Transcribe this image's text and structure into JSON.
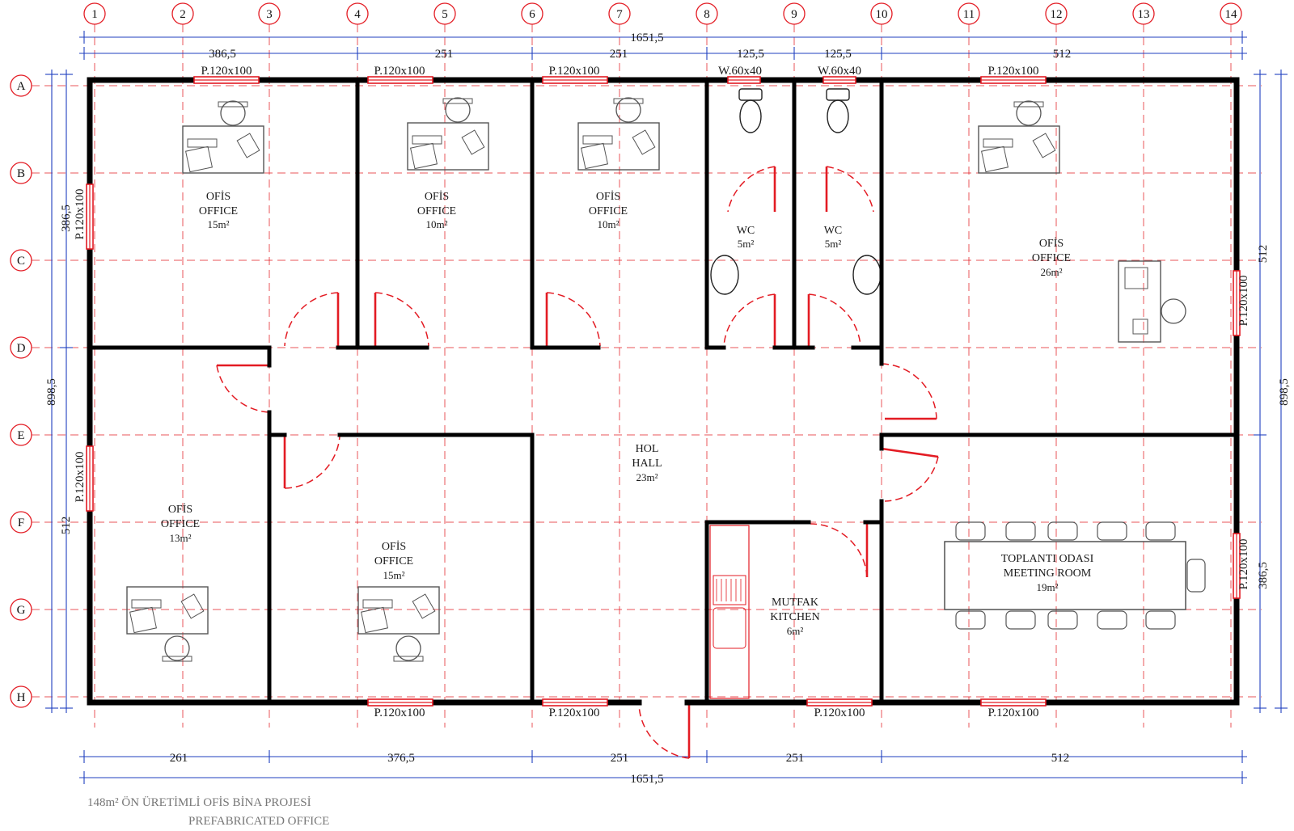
{
  "project": {
    "title": "148m² ÖN ÜRETİMLİ OFİS BİNA PROJESİ",
    "subtitle": "PREFABRICATED OFFICE"
  },
  "grid": {
    "columns": [
      "1",
      "2",
      "3",
      "4",
      "5",
      "6",
      "7",
      "8",
      "9",
      "10",
      "11",
      "12",
      "13",
      "14"
    ],
    "rows": [
      "A",
      "B",
      "C",
      "D",
      "E",
      "F",
      "G",
      "H"
    ]
  },
  "dimensions": {
    "top_total": "1651,5",
    "top_segments": [
      "386,5",
      "251",
      "251",
      "125,5",
      "125,5",
      "512"
    ],
    "bottom_segments": [
      "261",
      "376,5",
      "251",
      "251",
      "512"
    ],
    "bottom_total": "1651,5",
    "left_total": "898,5",
    "left_upper": "386,5",
    "left_lower": "512",
    "right_total": "898,5",
    "right_upper": "512",
    "right_lower": "386,5"
  },
  "windows": {
    "p": "P.120x100",
    "w": "W.60x40"
  },
  "rooms": [
    {
      "id": "office-1",
      "tr": "OFİS",
      "en": "OFFICE",
      "area": "15m²"
    },
    {
      "id": "office-2",
      "tr": "OFİS",
      "en": "OFFICE",
      "area": "10m²"
    },
    {
      "id": "office-3",
      "tr": "OFİS",
      "en": "OFFICE",
      "area": "10m²"
    },
    {
      "id": "wc-1",
      "tr": "WC",
      "en": "",
      "area": "5m²"
    },
    {
      "id": "wc-2",
      "tr": "WC",
      "en": "",
      "area": "5m²"
    },
    {
      "id": "office-4",
      "tr": "OFİS",
      "en": "OFFICE",
      "area": "26m²"
    },
    {
      "id": "office-5",
      "tr": "OFİS",
      "en": "OFFICE",
      "area": "13m²"
    },
    {
      "id": "office-6",
      "tr": "OFİS",
      "en": "OFFICE",
      "area": "15m²"
    },
    {
      "id": "hall",
      "tr": "HOL",
      "en": "HALL",
      "area": "23m²"
    },
    {
      "id": "kitchen",
      "tr": "MUTFAK",
      "en": "KITCHEN",
      "area": "6m²"
    },
    {
      "id": "meeting",
      "tr": "TOPLANTI ODASI",
      "en": "MEETING ROOM",
      "area": "19m²"
    }
  ],
  "colors": {
    "wall": "#000000",
    "grid": "#e31b23",
    "dimension": "#1f3fbf",
    "furniture": "#555555",
    "window": "#e31b23"
  }
}
